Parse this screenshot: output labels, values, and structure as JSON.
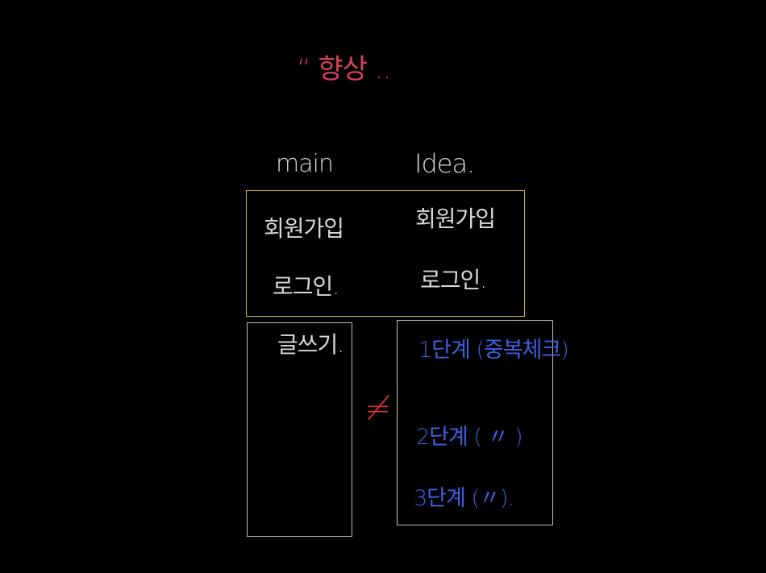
{
  "diagram": {
    "title": "“ 향상 ..",
    "columns": {
      "main": "main",
      "idea": "Idea."
    },
    "shared": {
      "main_signup": "회원가입",
      "idea_signup": "회원가입",
      "main_login": "로그인.",
      "idea_login": "로그인."
    },
    "main_feature": "글쓰기.",
    "not_equal": "≠",
    "idea_steps": [
      "1단계 (중복체크)",
      "2단계 ( 〃 )",
      "3단계 (〃)."
    ],
    "colors": {
      "background": "#000000",
      "title": "#d9405a",
      "text": "#d8d8d8",
      "top_box_border": "#c9b52a",
      "bottom_box_border": "#c8bba6",
      "not_equal": "#e0322e",
      "steps": "#3d5fe0"
    }
  }
}
